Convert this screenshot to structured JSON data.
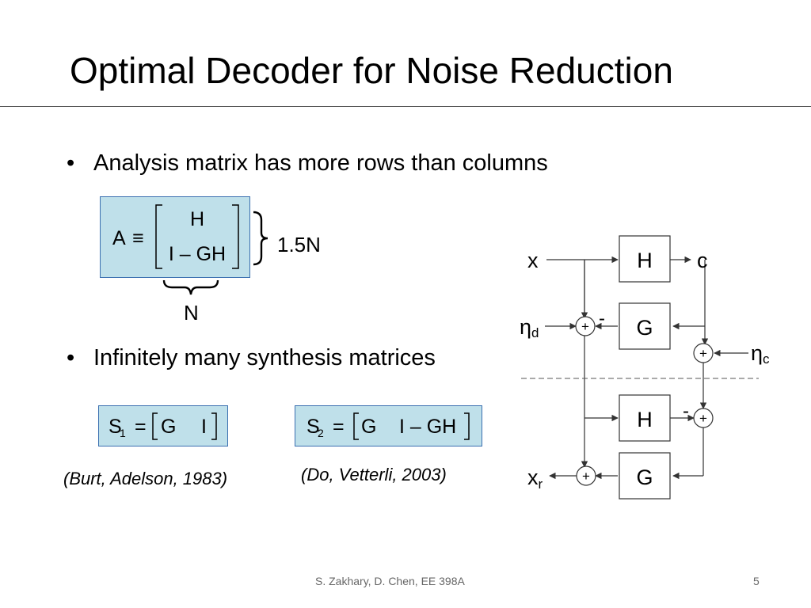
{
  "slide": {
    "title": "Optimal Decoder for Noise Reduction",
    "bullets": [
      "Analysis matrix has more rows than columns",
      "Infinitely many synthesis matrices"
    ],
    "bullet_symbol": "•",
    "analysis_matrix": {
      "lhs": "A",
      "relation": "≡",
      "row1": "H",
      "row2": "I – GH",
      "rows_label": "1.5N",
      "cols_label": "N"
    },
    "synthesis": [
      {
        "lhs": "S",
        "sub": "1",
        "relation": "=",
        "entries": [
          "G",
          "I"
        ],
        "citation": "(Burt, Adelson, 1983)"
      },
      {
        "lhs": "S",
        "sub": "2",
        "relation": "=",
        "entries": [
          "G",
          "I – GH"
        ],
        "citation": "(Do, Vetterli, 2003)"
      }
    ],
    "diagram": {
      "input": "x",
      "output": "x",
      "output_sub": "r",
      "coeff": "c",
      "noise_d": "η",
      "noise_d_sub": "d",
      "noise_c": "η",
      "noise_c_sub": "c",
      "block_h": "H",
      "block_g": "G",
      "plus": "+",
      "minus": "-"
    },
    "footer": {
      "authors": "S. Zakhary, D. Chen, EE 398A",
      "page": "5"
    },
    "colors": {
      "matrix_fill": "#bfe0ea",
      "matrix_border": "#3a6fb0",
      "rule": "#555555",
      "footer_text": "#666666"
    }
  }
}
